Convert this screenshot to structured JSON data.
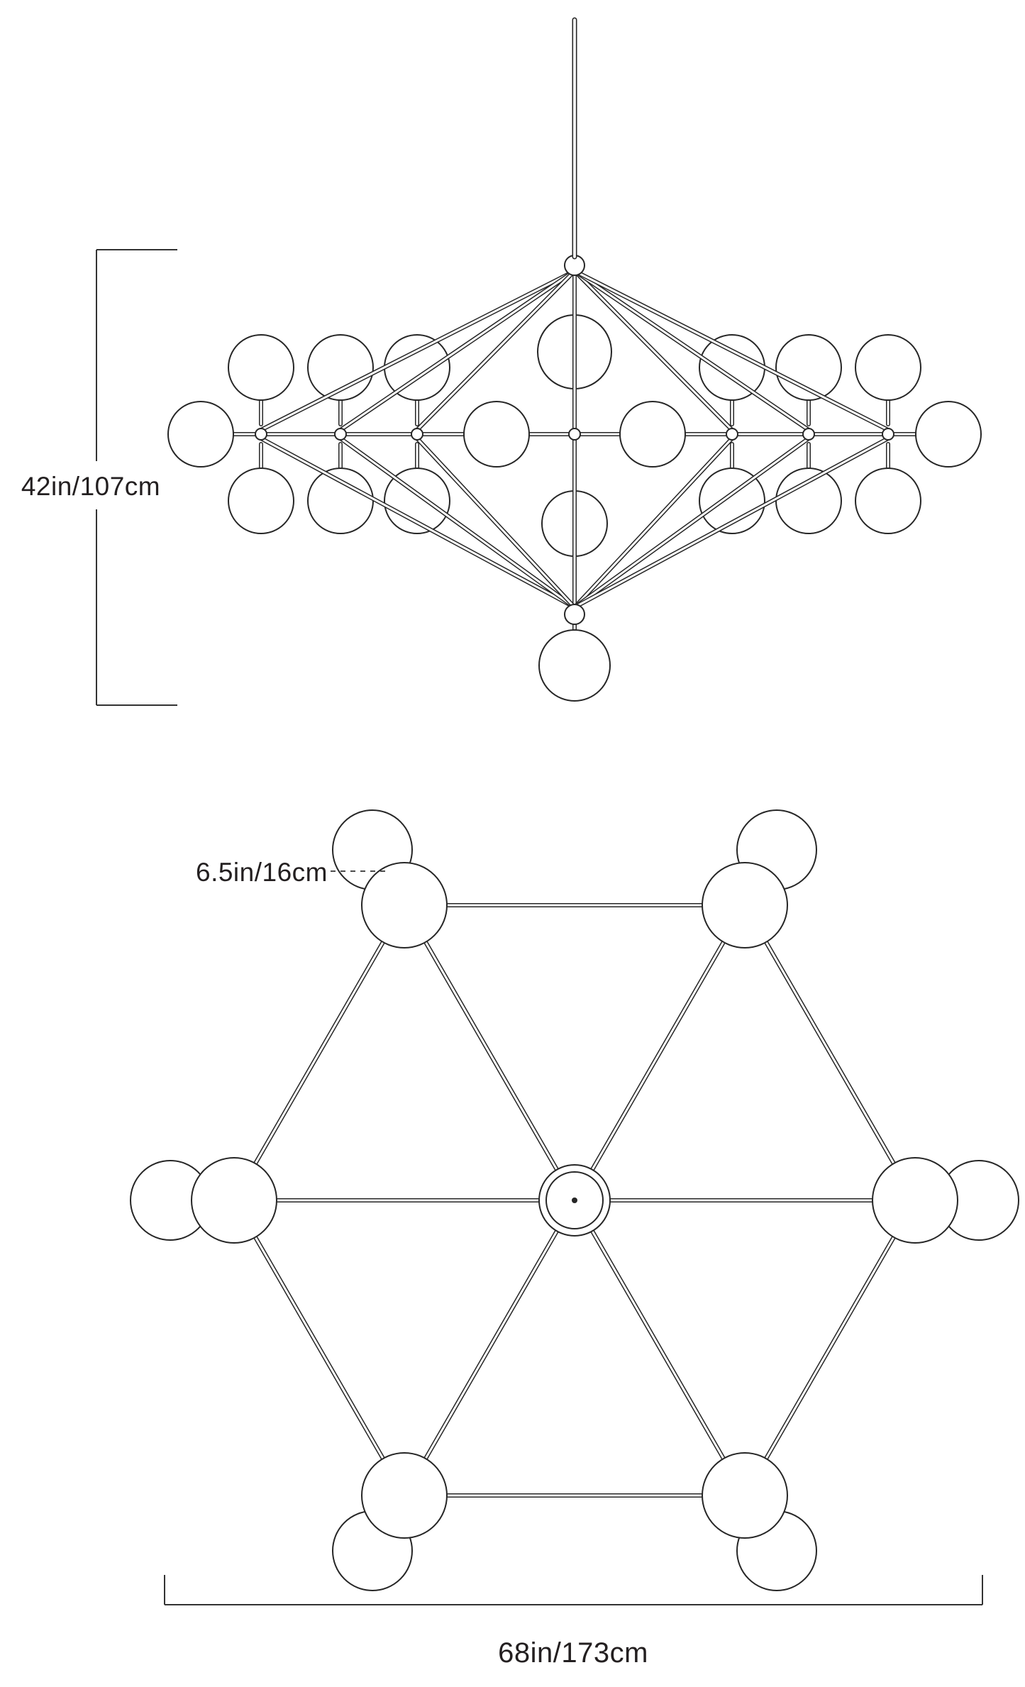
{
  "page": {
    "background": "#ffffff",
    "line_color": "#262626",
    "text_color": "#231f20"
  },
  "labels": {
    "height": "42in/107cm",
    "globe_diameter": "6.5in/16cm",
    "width": "68in/173cm"
  }
}
